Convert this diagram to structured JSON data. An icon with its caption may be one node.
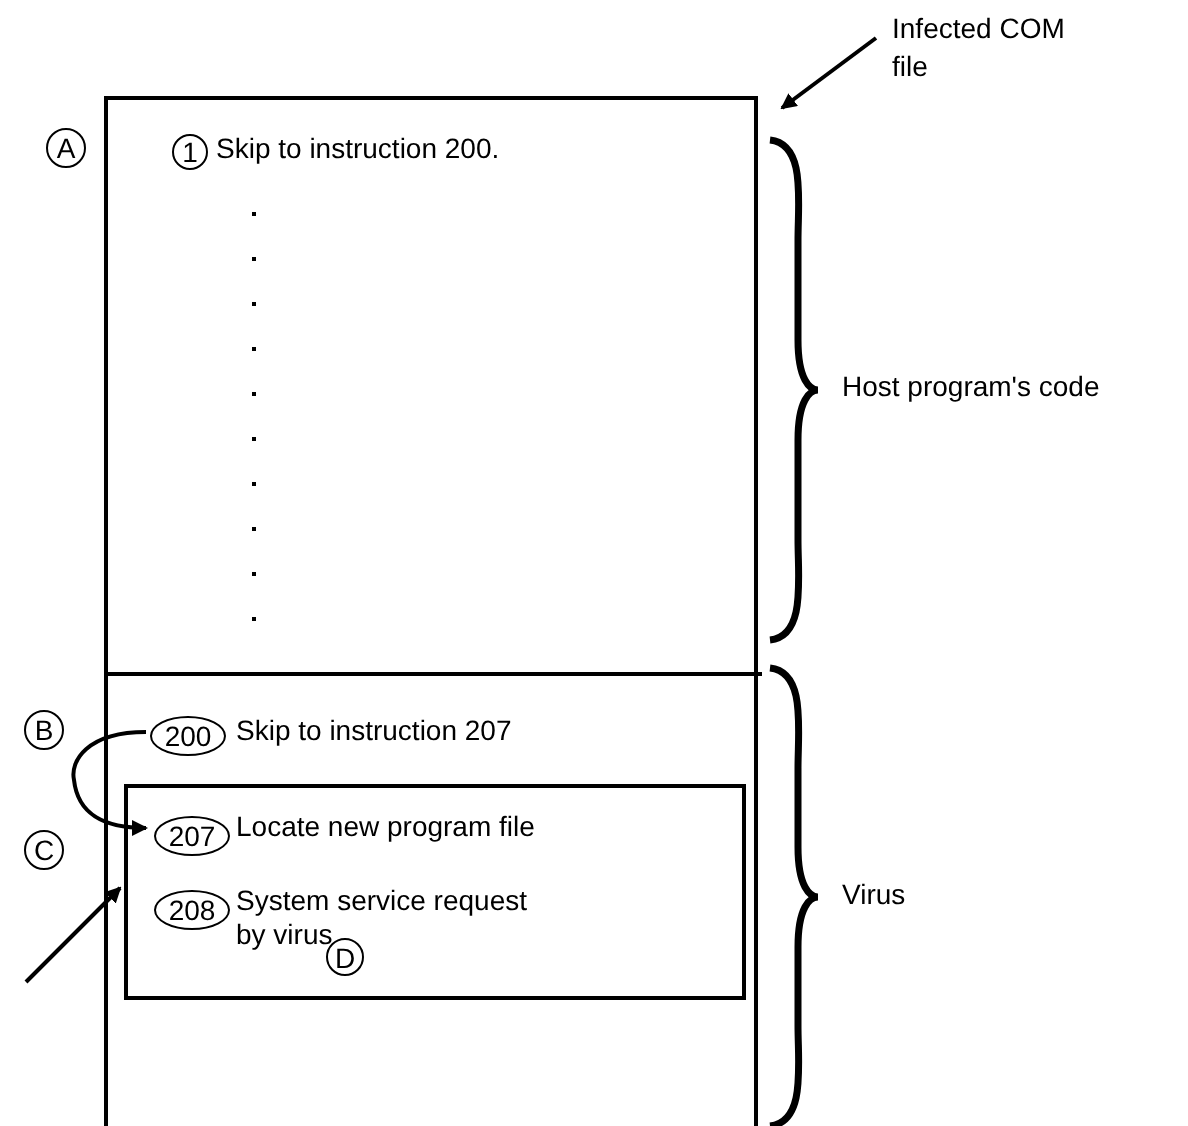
{
  "diagram": {
    "nodes": [
      {
        "text": [],
        "shape": "box"
      },
      {
        "text": [
          "Infected COM file"
        ]
      },
      {
        "text": [
          "A"
        ]
      },
      {
        "text": [],
        "shape": "box",
        "in": 0,
        "beside": [
          "Host program's code"
        ]
      },
      {
        "text": [
          "1"
        ],
        "in": 3,
        "beside": [
          "Skip to instruction 200."
        ]
      },
      {
        "text": [],
        "shape": "box",
        "in": 0,
        "beside": [
          "Virus"
        ]
      },
      {
        "text": [
          "B"
        ]
      },
      {
        "text": [
          "200"
        ],
        "in": 5,
        "beside": [
          "Skip to instruction 207"
        ]
      },
      {
        "text": [
          "C"
        ]
      },
      {
        "text": [],
        "shape": "box",
        "in": 5
      },
      {
        "text": [
          "207"
        ],
        "in": 9,
        "beside": [
          "Locate new program file"
        ]
      },
      {
        "text": [
          "208"
        ],
        "in": 9,
        "beside": [
          "System service request by virus"
        ]
      },
      {
        "text": [
          "D"
        ],
        "in": 9
      }
    ],
    "edges": [
      {
        "from": 1,
        "to": 0,
        "arrow": "to"
      },
      {
        "from": 7,
        "to": 10,
        "arrow": "to"
      },
      {
        "from": null,
        "to": 9,
        "arrow": "to"
      }
    ]
  }
}
